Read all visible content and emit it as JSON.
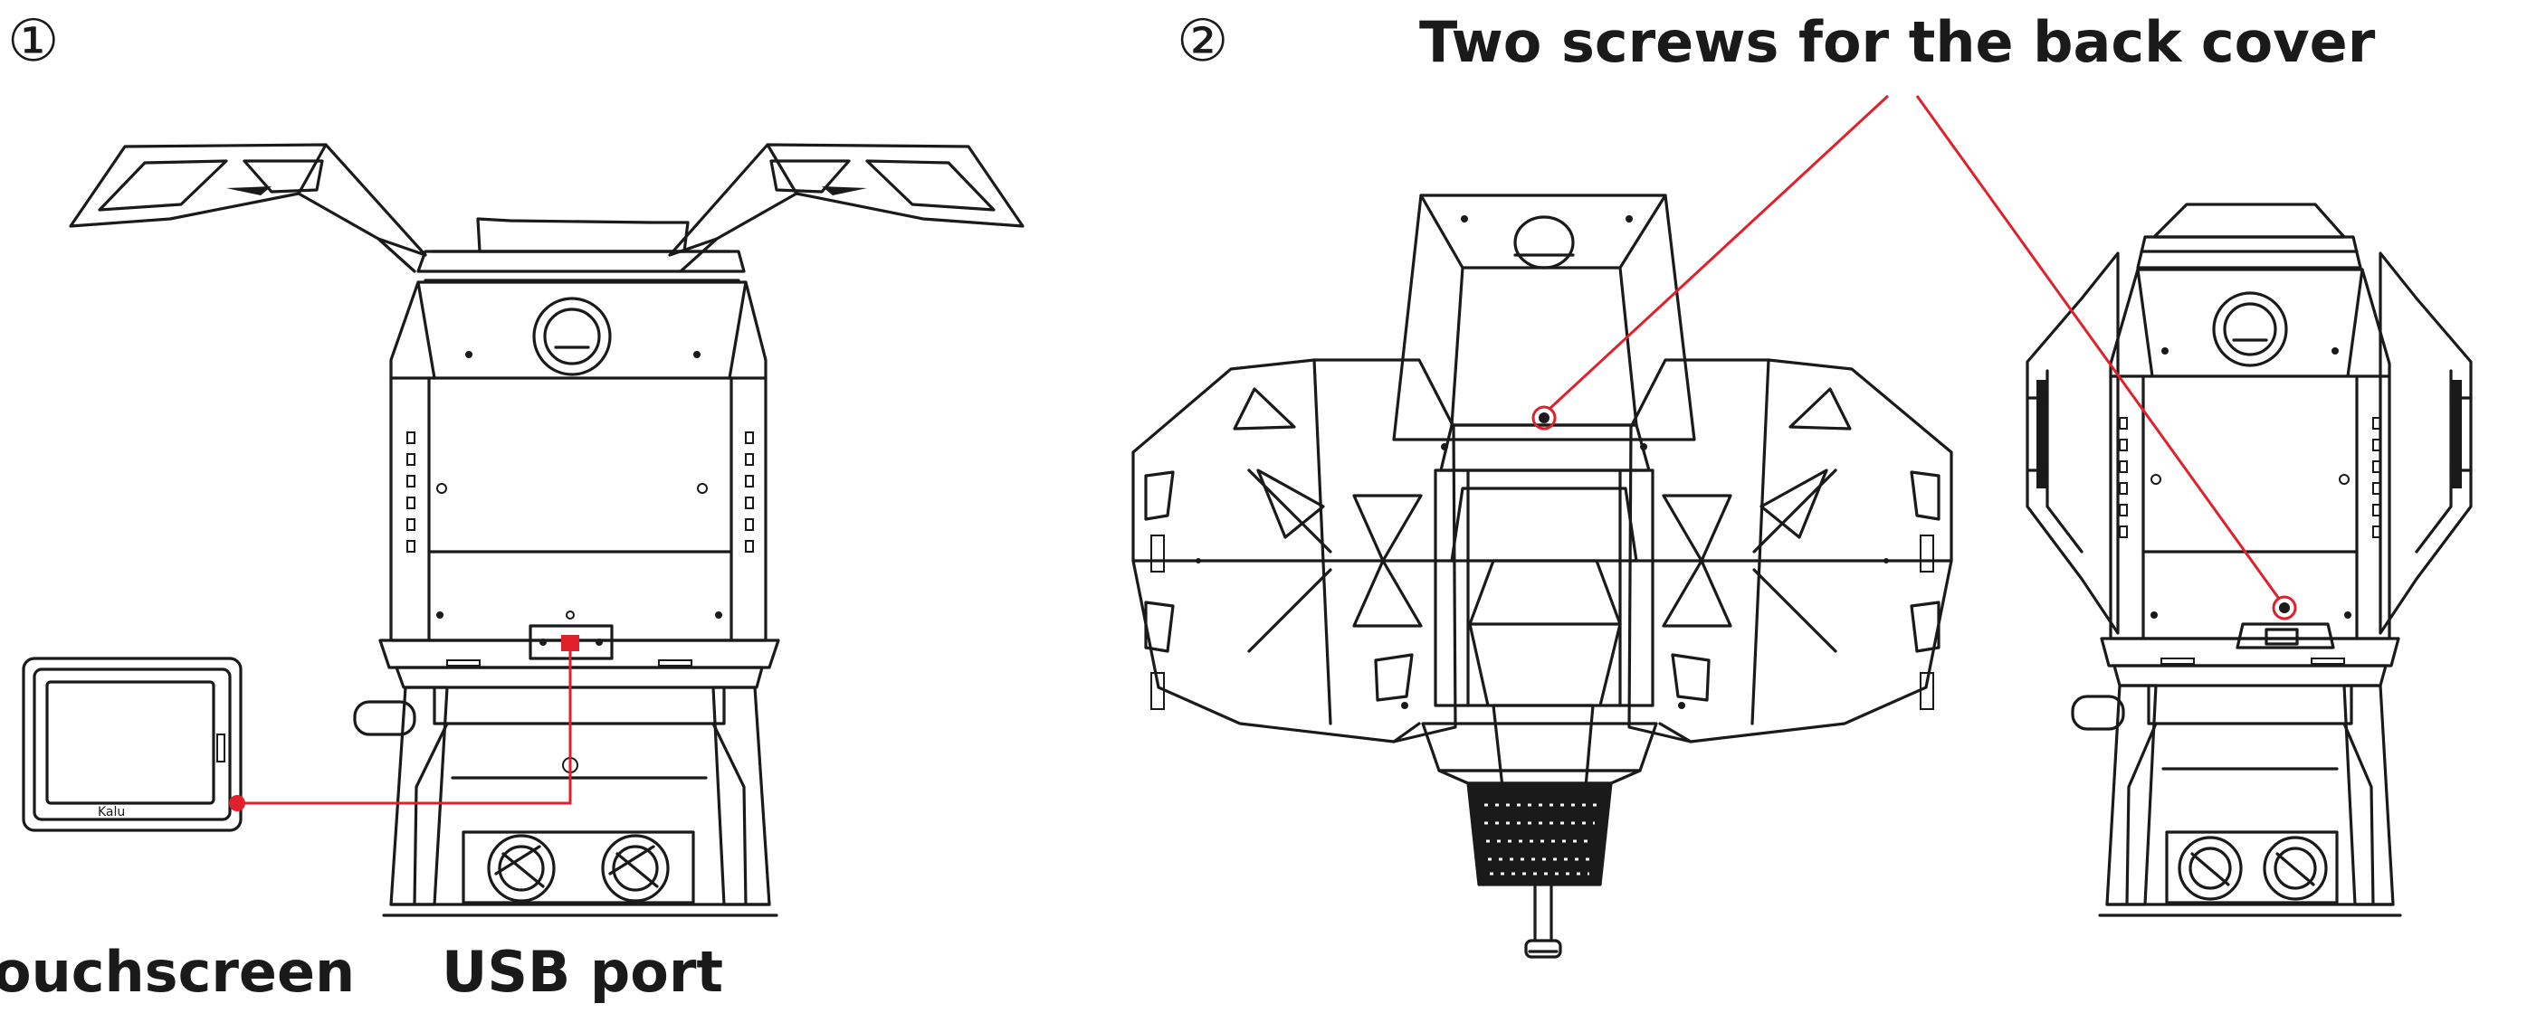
{
  "figure": {
    "step1": {
      "number": "①",
      "caption_touchscreen": "Touchscreen",
      "caption_usb": "USB port"
    },
    "step2": {
      "number": "②",
      "caption_screws": "Two screws for the back cover"
    },
    "colors": {
      "ink": "#1a1a1a",
      "callout": "#e0202a",
      "background": "#ffffff"
    }
  }
}
